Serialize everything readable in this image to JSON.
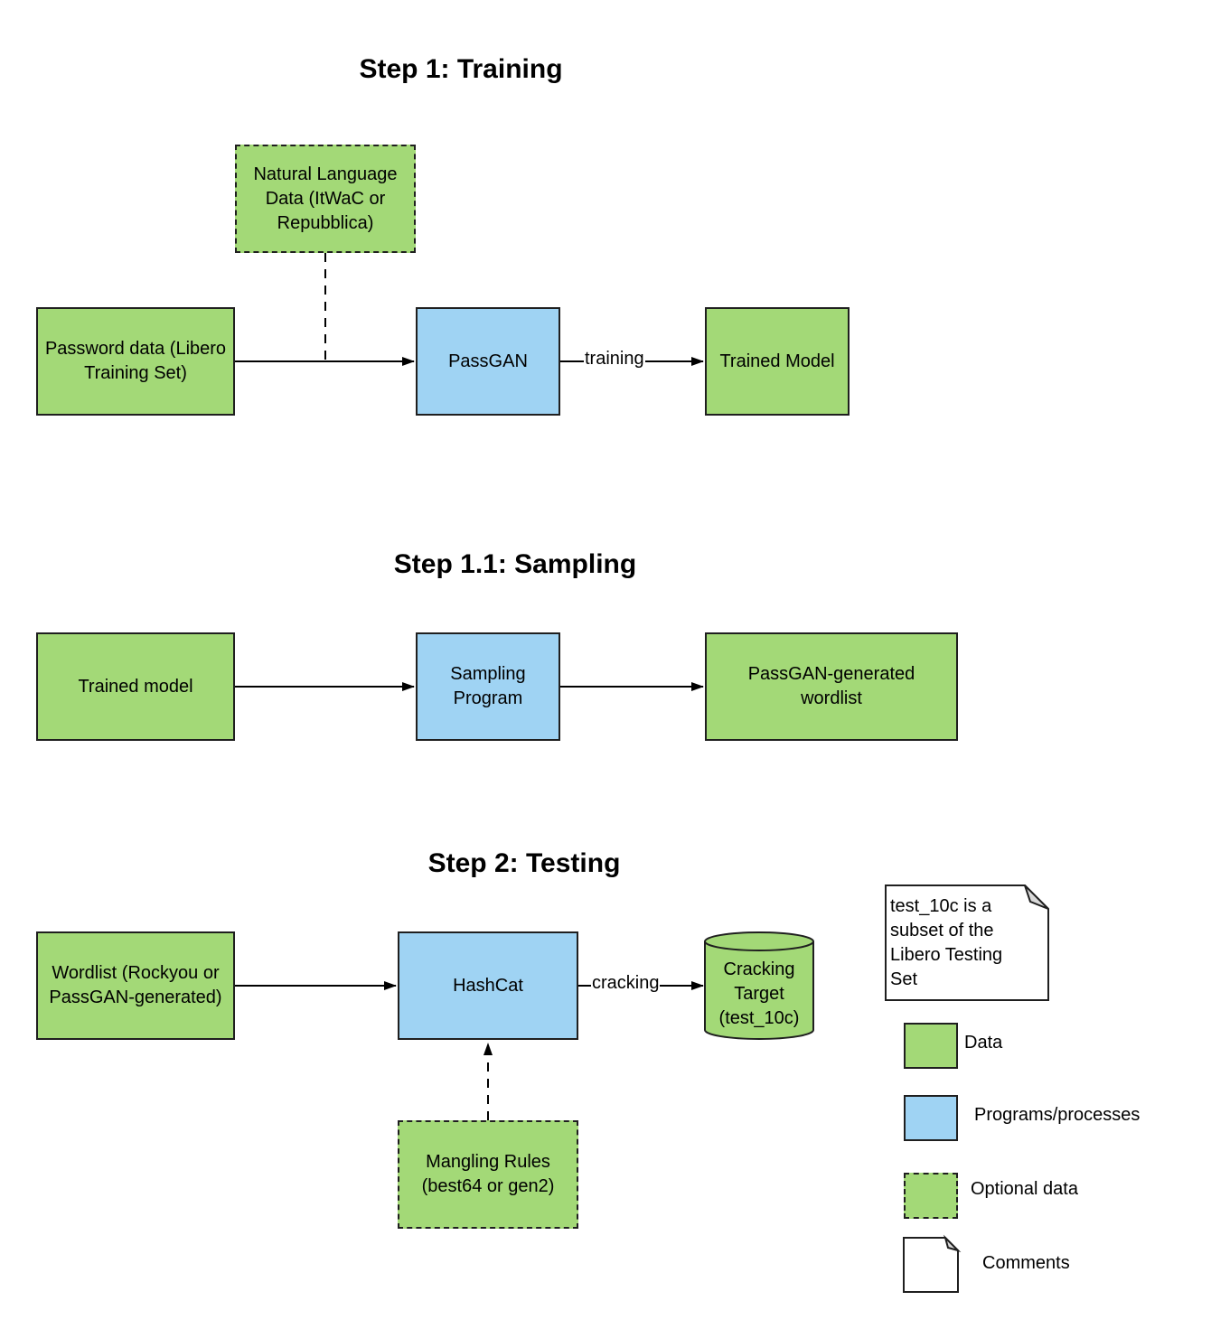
{
  "titles": {
    "step1": "Step 1: Training",
    "step11": "Step 1.1: Sampling",
    "step2": "Step 2: Testing"
  },
  "step1": {
    "nl_data": "Natural Language Data (ItWaC or Repubblica)",
    "password_data": "Password data (Libero Training Set)",
    "passgan": "PassGAN",
    "edge_label": "training",
    "trained_model": "Trained Model"
  },
  "step11": {
    "trained_model": "Trained model",
    "sampling_program": "Sampling Program",
    "wordlist": "PassGAN-generated wordlist"
  },
  "step2": {
    "wordlist": "Wordlist (Rockyou or PassGAN-generated)",
    "hashcat": "HashCat",
    "edge_label": "cracking",
    "target": "Cracking Target (test_10c)",
    "mangling": "Mangling Rules (best64 or gen2)"
  },
  "note": "test_10c is a subset of the Libero Testing Set",
  "legend": {
    "data": "Data",
    "programs": "Programs/processes",
    "optional": "Optional data",
    "comments": "Comments"
  },
  "colors": {
    "data": "#a3d977",
    "program": "#9fd3f3",
    "stroke": "#1f1f1f"
  }
}
